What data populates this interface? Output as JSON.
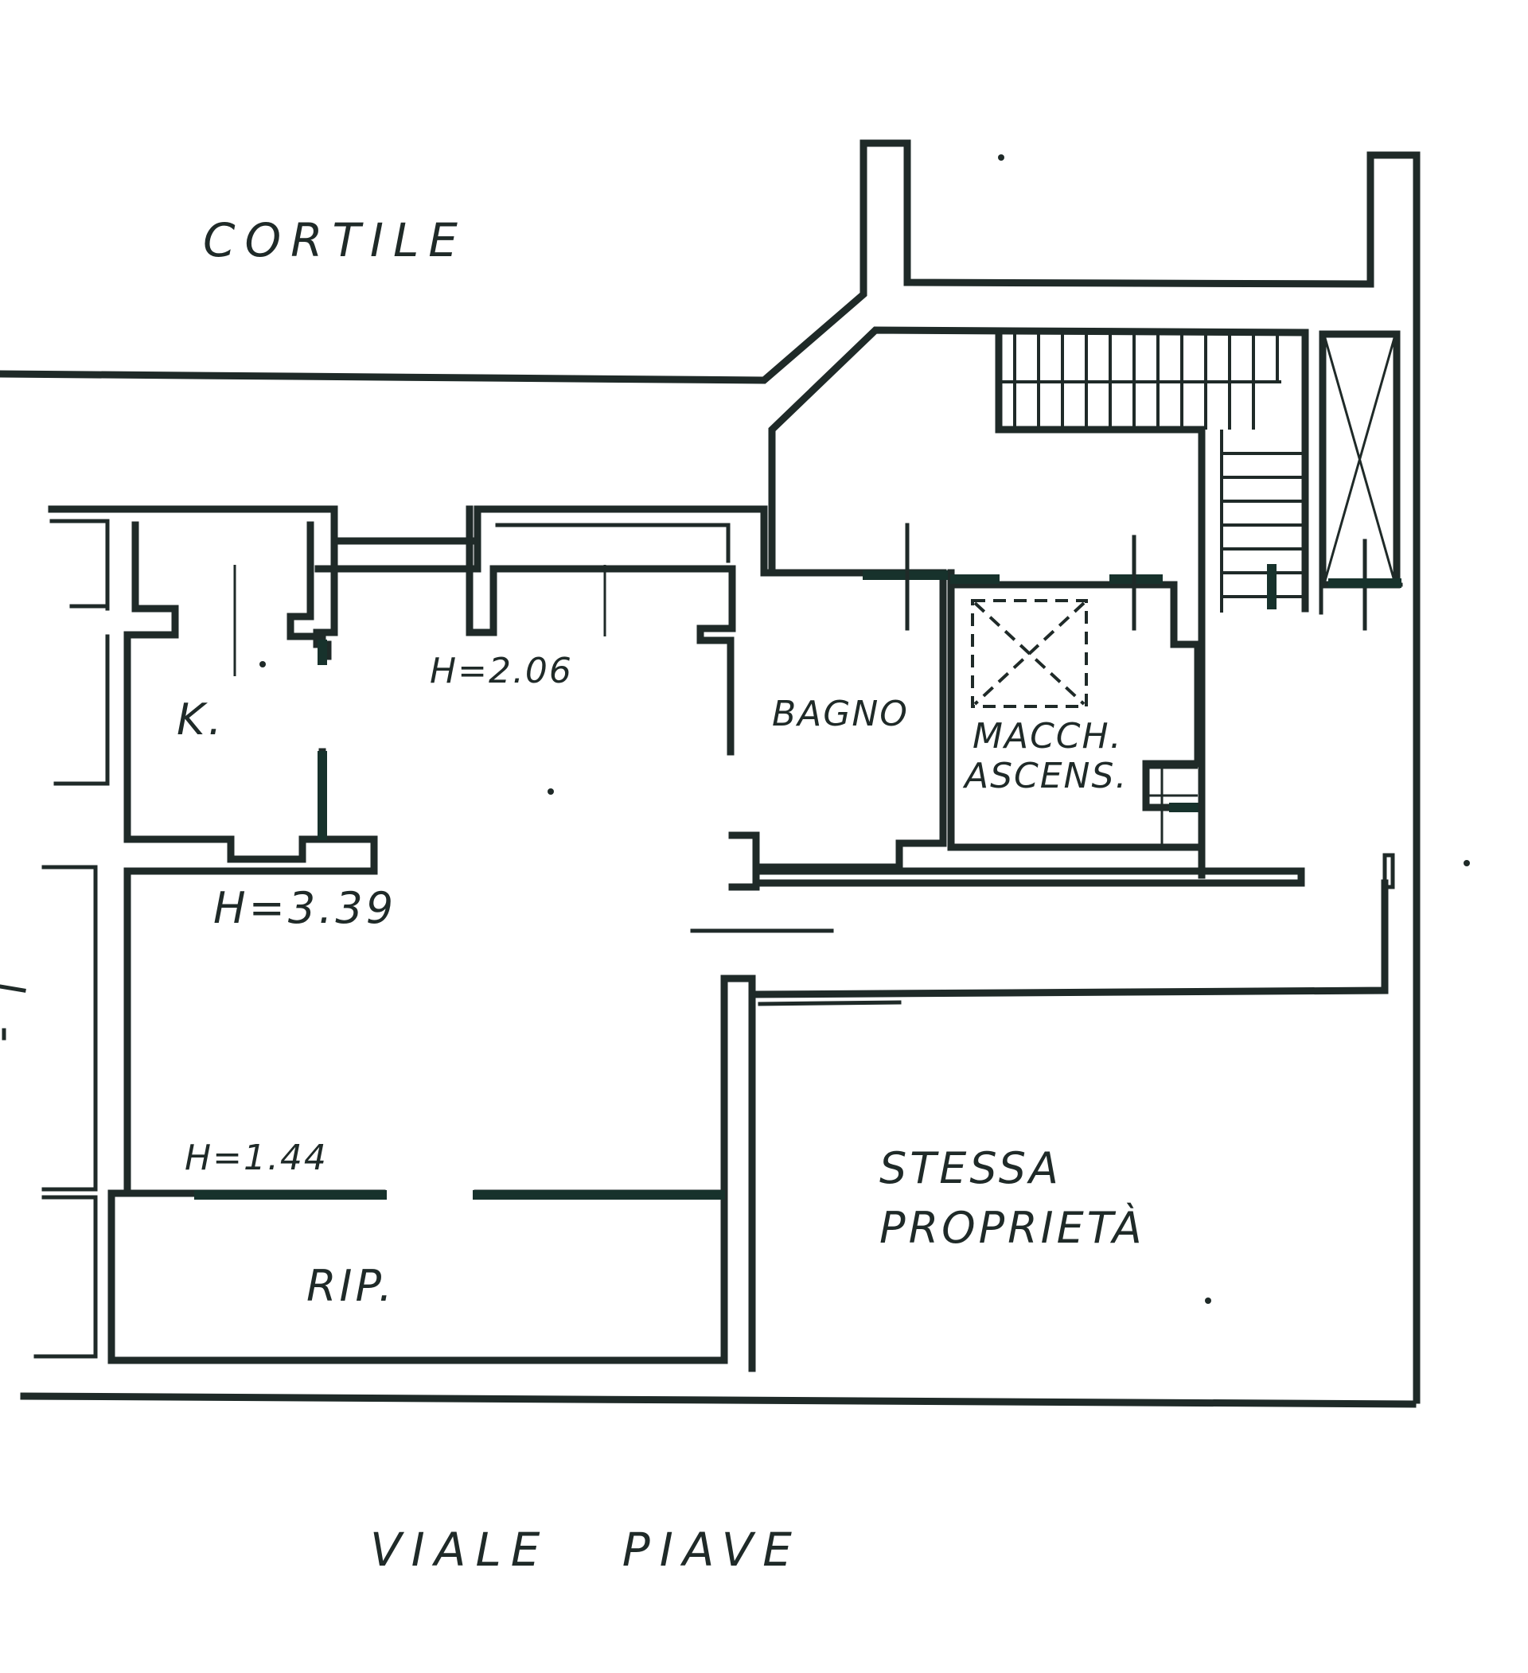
{
  "plan": {
    "labels": {
      "cortile": "CORTILE",
      "kitchen": "K.",
      "height_upper": "H=2.06",
      "bagno": "BAGNO",
      "macchine_1": "MACCH.",
      "macchine_2": "ASCENS.",
      "height_main": "H=3.39",
      "height_low": "H=1.44",
      "ripostiglio": "RIP.",
      "stessa_1": "STESSA",
      "stessa_2": "PROPRIETÀ",
      "street": "VIALE   PIAVE"
    }
  }
}
